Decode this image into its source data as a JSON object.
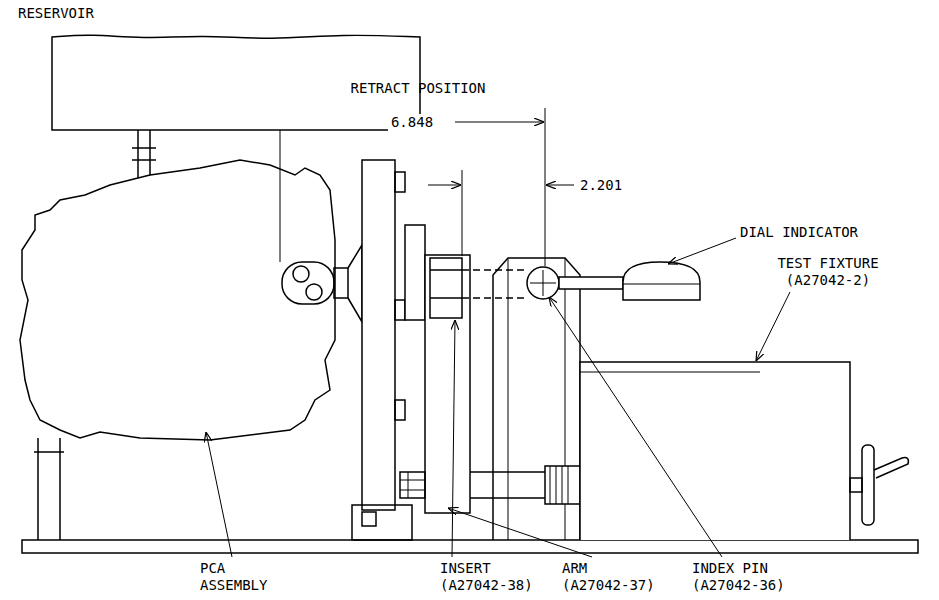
{
  "diagram": {
    "nodes": [
      {
        "text": [
          "RESERVOIR"
        ]
      }
    ],
    "labels": [
      "RETRACT POSITION",
      "6.848",
      "2.201",
      "DIAL INDICATOR",
      "TEST FIXTURE (A27042-2)",
      "PCA ASSEMBLY",
      "INSERT (A27042-38)",
      "ARM (A27042-37)",
      "INDEX PIN (A27042-36)"
    ]
  }
}
